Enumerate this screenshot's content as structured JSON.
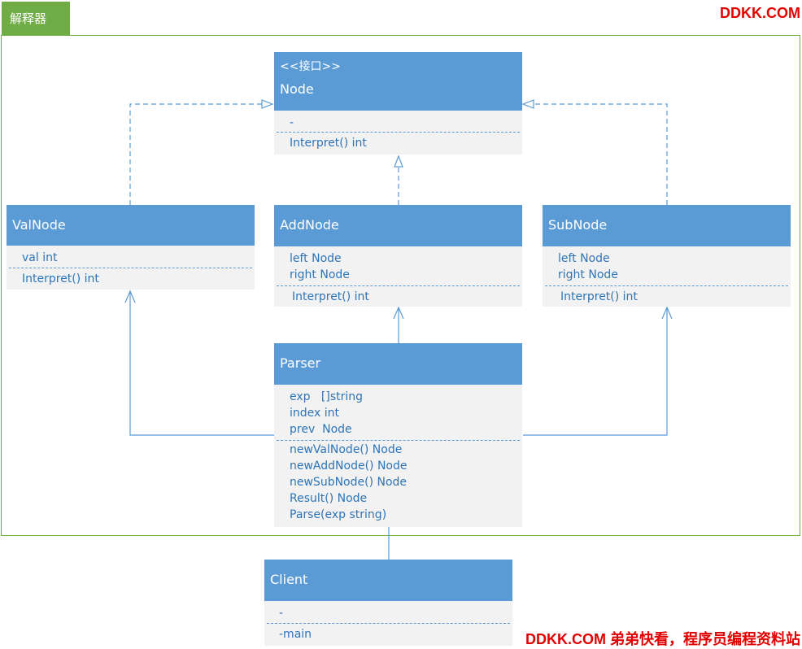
{
  "tab_label": "解释器",
  "watermark_top": "DDKK.COM",
  "watermark_bottom": "DDKK.COM 弟弟快看，程序员编程资料站",
  "nodes": {
    "node": {
      "stereotype": "<<接口>>",
      "title": "Node",
      "attributes": [
        "-"
      ],
      "methods": [
        "Interpret() int"
      ]
    },
    "valnode": {
      "title": "ValNode",
      "attributes": [
        "val int"
      ],
      "methods": [
        "Interpret() int"
      ]
    },
    "addnode": {
      "title": "AddNode",
      "attributes": [
        "left  Node",
        "right Node"
      ],
      "methods": [
        "Interpret() int"
      ]
    },
    "subnode": {
      "title": "SubNode",
      "attributes": [
        "left  Node",
        "right Node"
      ],
      "methods": [
        "Interpret() int"
      ]
    },
    "parser": {
      "title": "Parser",
      "attributes": [
        "exp   []string",
        "index int",
        "prev  Node"
      ],
      "methods": [
        "newValNode() Node",
        "newAddNode() Node",
        "newSubNode() Node",
        "Result() Node",
        "Parse(exp string)"
      ]
    },
    "client": {
      "title": "Client",
      "attributes": [
        "-"
      ],
      "methods": [
        "-main"
      ]
    }
  },
  "colors": {
    "header": "#5b9bd5",
    "body": "#f2f2f2",
    "text": "#2e74b5",
    "frame": "#70ad47",
    "watermark": "#e00000"
  }
}
